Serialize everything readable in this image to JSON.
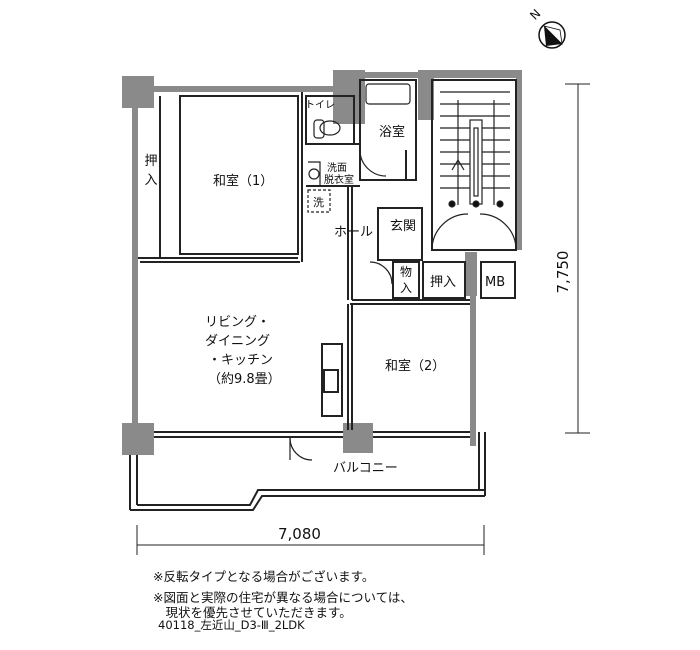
{
  "rooms": {
    "washitsu1": "和室（1）",
    "oshiire_left_1": "押",
    "oshiire_left_2": "入",
    "toilet": "トイレ",
    "bath": "浴室",
    "senmen_1": "洗面",
    "senmen_2": "脱衣室",
    "washer": "洗",
    "hall": "ホール",
    "genkan": "玄関",
    "monoire_1": "物",
    "monoire_2": "入",
    "oshiire_right": "押入",
    "mb": "MB",
    "ldk_1": "リビング・",
    "ldk_2": "ダイニング",
    "ldk_3": "・キッチン",
    "ldk_4": "（約9.8畳）",
    "washitsu2": "和室（2）",
    "balcony": "バルコニー"
  },
  "dimensions": {
    "width": "7,080",
    "height": "7,750"
  },
  "compass": {
    "label": "N"
  },
  "notes": {
    "line1": "※反転タイプとなる場合がございます。",
    "line2": "※図面と実際の住宅が異なる場合については、",
    "line3": "　現状を優先させていただきます。"
  },
  "plan_code": "40118_左近山_D3-Ⅲ_2LDK",
  "colors": {
    "wall": "#8a8a8a",
    "line": "#222222"
  }
}
